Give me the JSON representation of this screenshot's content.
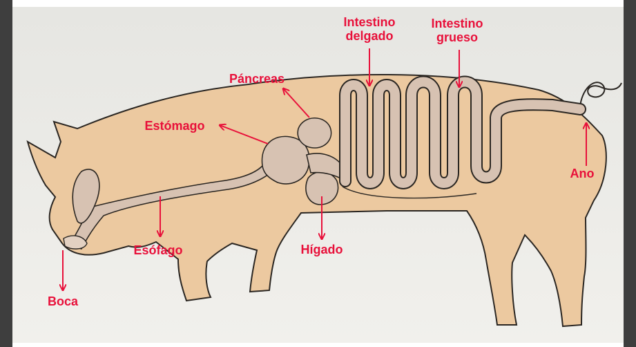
{
  "colors": {
    "label": "#e8103a",
    "paper": "#ecebe6",
    "body_fill": "#ecc9a0",
    "organ_fill": "#d7c2b2",
    "outline": "#2a2622",
    "frame_dark": "#4a4a4a"
  },
  "labels": {
    "intestino_delgado": [
      "Intestino",
      "delgado"
    ],
    "intestino_grueso": [
      "Intestino",
      "grueso"
    ],
    "pancreas": "Páncreas",
    "estomago": "Estómago",
    "ano": "Ano",
    "esofago": "Esófago",
    "higado": "Hígado",
    "boca": "Boca"
  }
}
